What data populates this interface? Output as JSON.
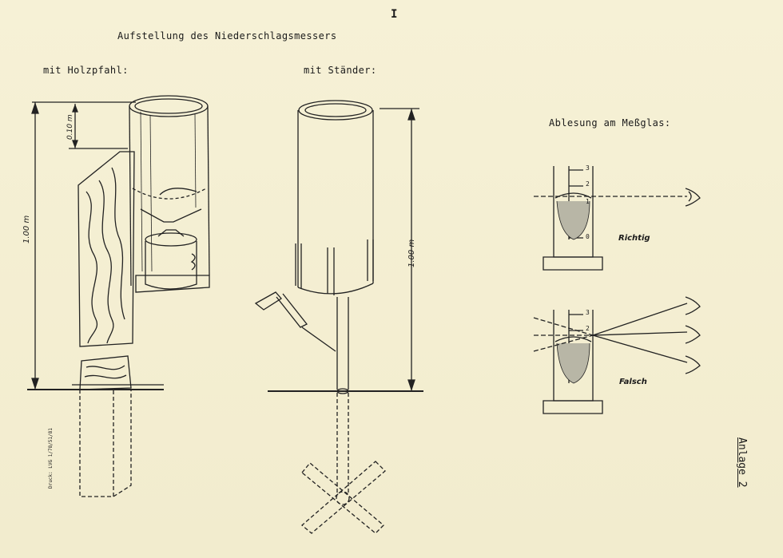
{
  "page": {
    "title": "Aufstellung des Niederschlagsmessers",
    "page_number": "I",
    "annex": "Anlage 2",
    "print_note": "Druck: LVG 1/78/51/81"
  },
  "left_figure": {
    "label": "mit Holzpfahl:",
    "height_label": "1.00 m",
    "top_label": "0.10 m"
  },
  "middle_figure": {
    "label": "mit Ständer:",
    "height_label": "1.00 m"
  },
  "right_figure": {
    "label": "Ablesung am Meßglas:",
    "correct_label": "Richtig",
    "wrong_label": "Falsch",
    "scale_ticks": [
      "3",
      "2",
      "1",
      "0"
    ]
  }
}
